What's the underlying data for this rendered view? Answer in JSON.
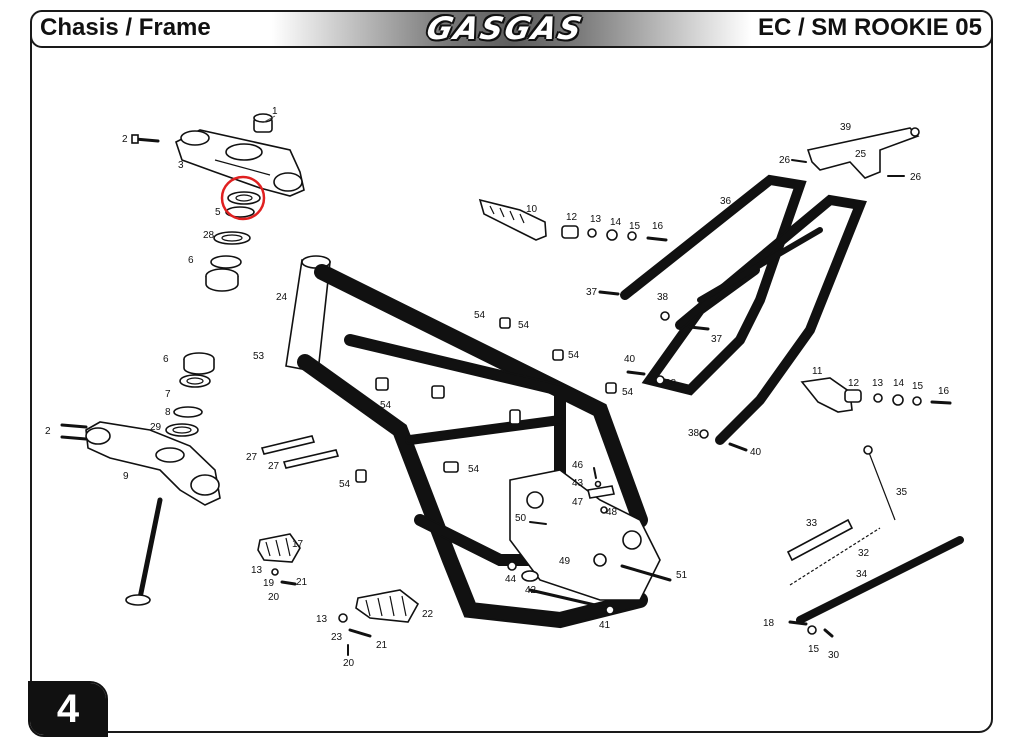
{
  "header": {
    "section_title": "Chasis / Frame",
    "brand": "GASGAS",
    "model": "EC / SM ROOKIE 05"
  },
  "page_number": "4",
  "highlight": {
    "part": "5",
    "color": "#e02020"
  },
  "callouts": [
    {
      "id": "c1",
      "label": "1"
    },
    {
      "id": "c2a",
      "label": "2"
    },
    {
      "id": "c3",
      "label": "3"
    },
    {
      "id": "c5",
      "label": "5"
    },
    {
      "id": "c28",
      "label": "28"
    },
    {
      "id": "c6a",
      "label": "6"
    },
    {
      "id": "c24",
      "label": "24"
    },
    {
      "id": "c53",
      "label": "53"
    },
    {
      "id": "c6b",
      "label": "6"
    },
    {
      "id": "c7",
      "label": "7"
    },
    {
      "id": "c8",
      "label": "8"
    },
    {
      "id": "c29",
      "label": "29"
    },
    {
      "id": "c2b",
      "label": "2"
    },
    {
      "id": "c9",
      "label": "9"
    },
    {
      "id": "c27a",
      "label": "27"
    },
    {
      "id": "c27b",
      "label": "27"
    },
    {
      "id": "c54a",
      "label": "54"
    },
    {
      "id": "c54b",
      "label": "54"
    },
    {
      "id": "c54c",
      "label": "54"
    },
    {
      "id": "c54d",
      "label": "54"
    },
    {
      "id": "c54e",
      "label": "54"
    },
    {
      "id": "c54f",
      "label": "54"
    },
    {
      "id": "c54g",
      "label": "54"
    },
    {
      "id": "c10",
      "label": "10"
    },
    {
      "id": "c12a",
      "label": "12"
    },
    {
      "id": "c13a",
      "label": "13"
    },
    {
      "id": "c14a",
      "label": "14"
    },
    {
      "id": "c15a",
      "label": "15"
    },
    {
      "id": "c16a",
      "label": "16"
    },
    {
      "id": "c39",
      "label": "39"
    },
    {
      "id": "c25",
      "label": "25"
    },
    {
      "id": "c26a",
      "label": "26"
    },
    {
      "id": "c26b",
      "label": "26"
    },
    {
      "id": "c36",
      "label": "36"
    },
    {
      "id": "c37a",
      "label": "37"
    },
    {
      "id": "c38a",
      "label": "38"
    },
    {
      "id": "c37b",
      "label": "37"
    },
    {
      "id": "c40a",
      "label": "40"
    },
    {
      "id": "c38b",
      "label": "38"
    },
    {
      "id": "c11",
      "label": "11"
    },
    {
      "id": "c12b",
      "label": "12"
    },
    {
      "id": "c13b",
      "label": "13"
    },
    {
      "id": "c14b",
      "label": "14"
    },
    {
      "id": "c15b",
      "label": "15"
    },
    {
      "id": "c16b",
      "label": "16"
    },
    {
      "id": "c38c",
      "label": "38"
    },
    {
      "id": "c40b",
      "label": "40"
    },
    {
      "id": "c35",
      "label": "35"
    },
    {
      "id": "c46",
      "label": "46"
    },
    {
      "id": "c43",
      "label": "43"
    },
    {
      "id": "c47",
      "label": "47"
    },
    {
      "id": "c48",
      "label": "48"
    },
    {
      "id": "c50",
      "label": "50"
    },
    {
      "id": "c49",
      "label": "49"
    },
    {
      "id": "c44",
      "label": "44"
    },
    {
      "id": "c42",
      "label": "42"
    },
    {
      "id": "c51",
      "label": "51"
    },
    {
      "id": "c41",
      "label": "41"
    },
    {
      "id": "c33",
      "label": "33"
    },
    {
      "id": "c32",
      "label": "32"
    },
    {
      "id": "c34",
      "label": "34"
    },
    {
      "id": "c18",
      "label": "18"
    },
    {
      "id": "c15c",
      "label": "15"
    },
    {
      "id": "c30",
      "label": "30"
    },
    {
      "id": "c17",
      "label": "17"
    },
    {
      "id": "c13c",
      "label": "13"
    },
    {
      "id": "c19",
      "label": "19"
    },
    {
      "id": "c21a",
      "label": "21"
    },
    {
      "id": "c20a",
      "label": "20"
    },
    {
      "id": "c22",
      "label": "22"
    },
    {
      "id": "c13d",
      "label": "13"
    },
    {
      "id": "c23",
      "label": "23"
    },
    {
      "id": "c21b",
      "label": "21"
    },
    {
      "id": "c20b",
      "label": "20"
    }
  ]
}
